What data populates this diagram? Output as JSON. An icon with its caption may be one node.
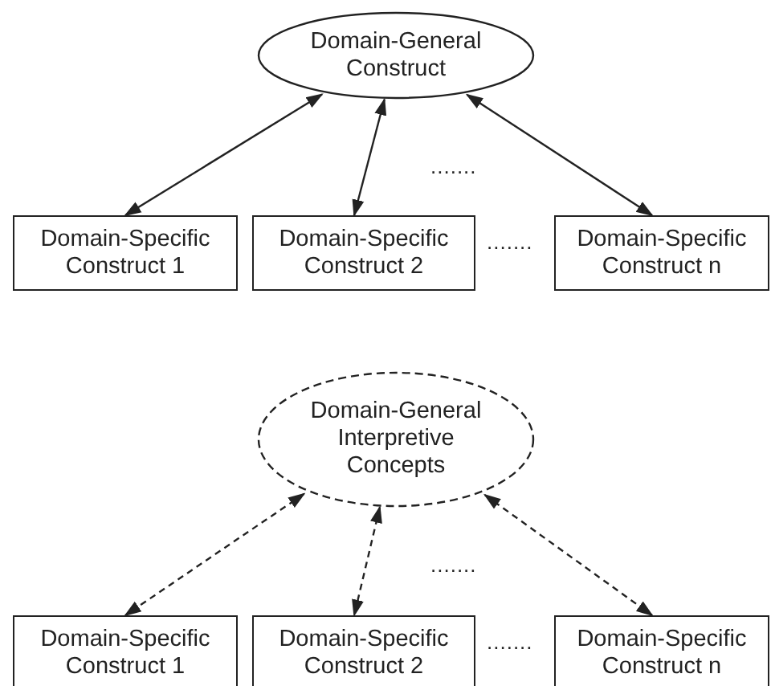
{
  "diagram": {
    "nodes": [
      {
        "text": [
          "Domain-General Construct"
        ]
      },
      {
        "text": [
          "Domain-Specific Construct 1"
        ]
      },
      {
        "text": [
          "Domain-Specific Construct 2"
        ]
      },
      {
        "text": [
          "Domain-Specific Construct n"
        ]
      },
      {
        "text": [
          "Domain-General Interpretive Concepts"
        ]
      },
      {
        "text": [
          "Domain-Specific Construct 1"
        ]
      },
      {
        "text": [
          "Domain-Specific Construct 2"
        ]
      },
      {
        "text": [
          "Domain-Specific Construct n"
        ]
      }
    ],
    "edges": [
      {
        "from": 0,
        "to": 1,
        "arrow": "both"
      },
      {
        "from": 0,
        "to": 2,
        "arrow": "both"
      },
      {
        "from": 0,
        "to": 3,
        "arrow": "both"
      },
      {
        "from": 4,
        "to": 5,
        "arrow": "both",
        "style": "dashed"
      },
      {
        "from": 4,
        "to": 6,
        "arrow": "both",
        "style": "dashed"
      },
      {
        "from": 4,
        "to": 7,
        "arrow": "both",
        "style": "dashed"
      }
    ],
    "labels": [
      ".......",
      ".......",
      ".......",
      "......."
    ]
  }
}
